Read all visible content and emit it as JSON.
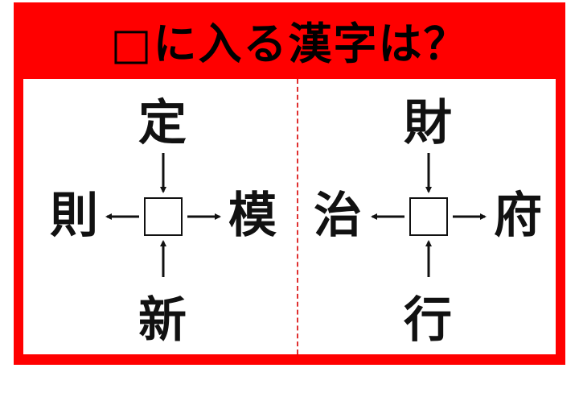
{
  "title": "□に入る漢字は？",
  "colors": {
    "frame": "#ff0000",
    "divider": "#e03030",
    "text": "#111111"
  },
  "puzzles": [
    {
      "top": "定",
      "left": "則",
      "right": "模",
      "bottom": "新"
    },
    {
      "top": "財",
      "left": "治",
      "right": "府",
      "bottom": "行"
    }
  ]
}
